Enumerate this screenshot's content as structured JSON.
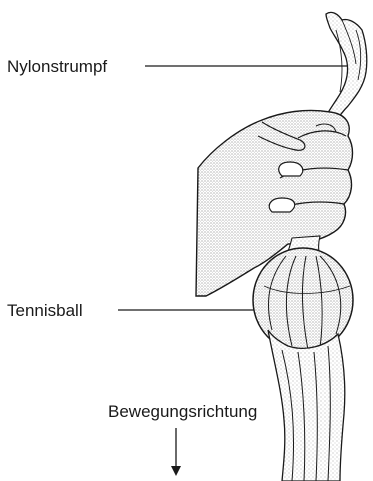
{
  "labels": {
    "nylon": "Nylonstrumpf",
    "ball": "Tennisball",
    "direction": "Bewegungsrichtung"
  },
  "colors": {
    "line": "#1a1a1a",
    "stipple": "#9a9a9a",
    "background": "#ffffff"
  }
}
